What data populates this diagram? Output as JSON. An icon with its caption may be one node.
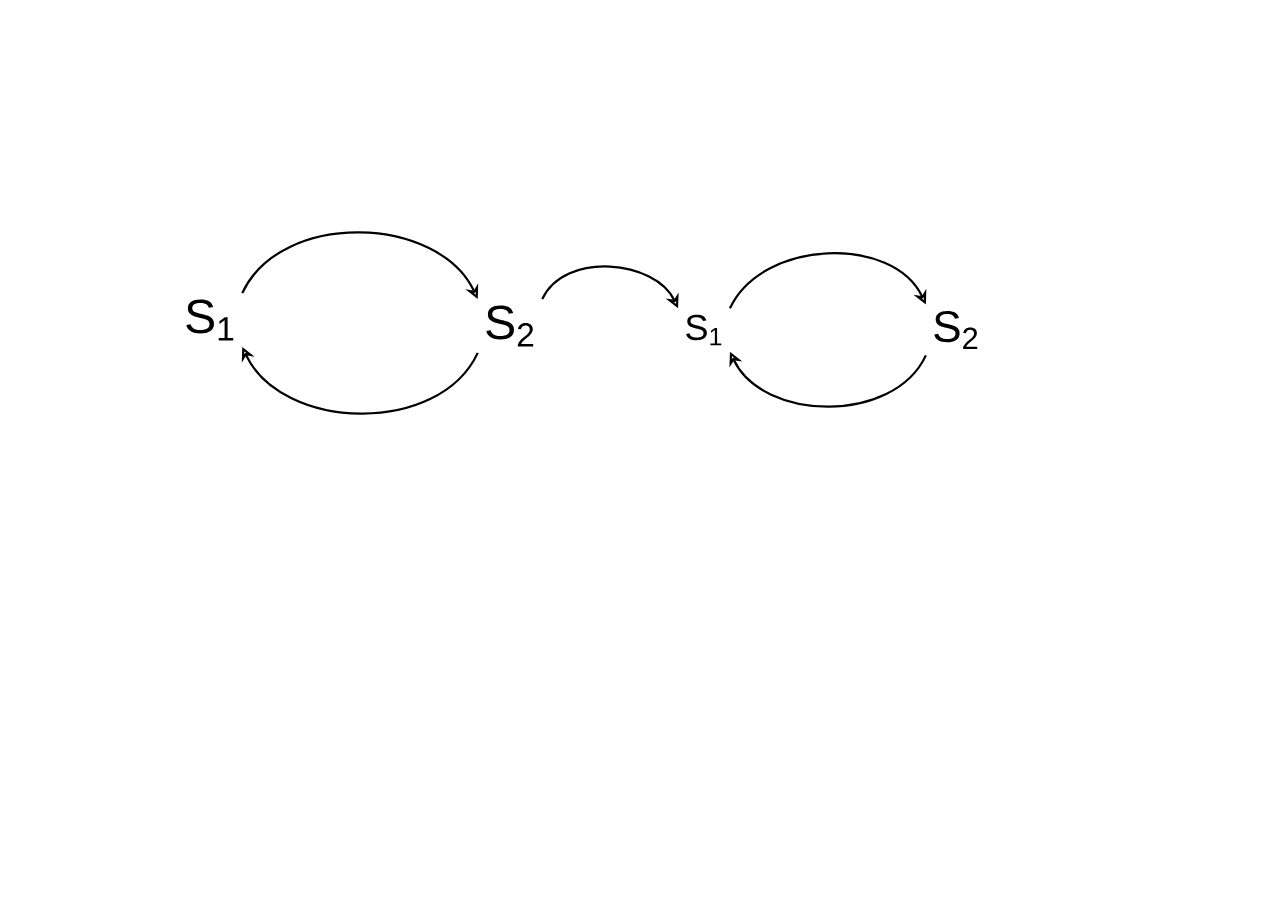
{
  "diagram": {
    "nodes": [
      {
        "text": [
          "S$_{1}$"
        ]
      },
      {
        "text": [
          "S$_{2}$"
        ]
      },
      {
        "text": [
          "S$_{1}$"
        ]
      },
      {
        "text": [
          "S$_{2}$"
        ]
      }
    ],
    "edges": [
      {
        "from": 0,
        "to": 1,
        "arrow": "to"
      },
      {
        "from": 1,
        "to": 0,
        "arrow": "to"
      },
      {
        "from": 1,
        "to": 2,
        "arrow": "to"
      },
      {
        "from": 2,
        "to": 3,
        "arrow": "to"
      },
      {
        "from": 3,
        "to": 2,
        "arrow": "to"
      }
    ]
  }
}
